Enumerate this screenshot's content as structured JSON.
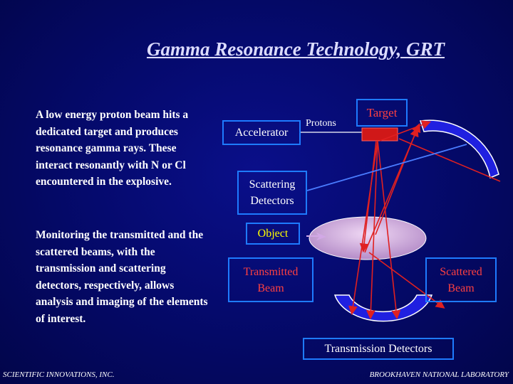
{
  "title": "Gamma Resonance Technology, GRT",
  "paragraphs": {
    "first": "A low energy proton beam hits a dedicated target and produces resonance gamma rays. These interact resonantly with N or Cl encountered in the explosive.",
    "second": "Monitoring the transmitted and the scattered beams, with the transmission and scattering detectors, respectively, allows analysis and imaging of the elements of interest."
  },
  "diagram": {
    "accelerator": "Accelerator",
    "protons": "Protons",
    "target": "Target",
    "scattering_detectors": "Scattering Detectors",
    "object": "Object",
    "transmitted_beam": "Transmitted Beam",
    "scattered_beam": "Scattered Beam",
    "transmission_detectors": "Transmission Detectors"
  },
  "footer": {
    "left": "SCIENTIFIC INNOVATIONS, INC.",
    "right": "BROOKHAVEN NATIONAL LABORATORY"
  },
  "colors": {
    "background": "#050a6e",
    "box_border": "#1e7bff",
    "red_label": "#ff4040",
    "object_label": "#ffff00",
    "beam_line": "#e02020",
    "detector_fill": "#2020e0"
  }
}
